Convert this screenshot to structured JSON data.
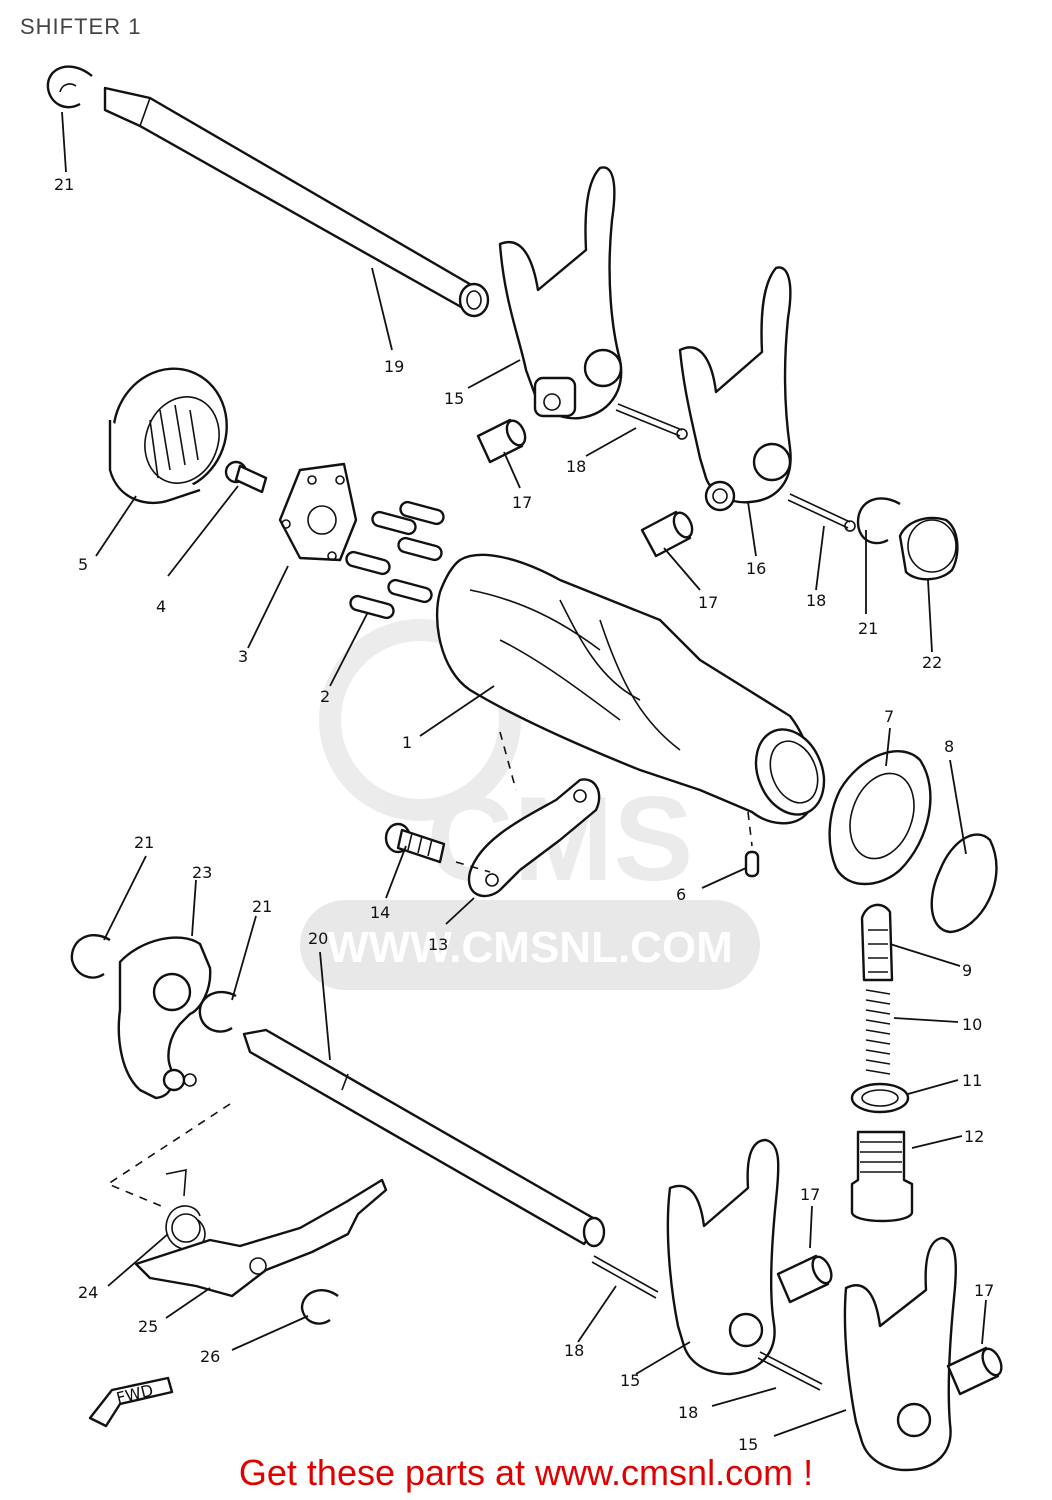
{
  "page": {
    "title": "SHIFTER 1",
    "footer": "Get these parts at www.cmsnl.com !"
  },
  "watermark": {
    "logo_text": "CMS",
    "url_text": "WWW.CMSNL.COM"
  },
  "callouts": {
    "c1": "1",
    "c2": "2",
    "c3": "3",
    "c4": "4",
    "c5": "5",
    "c6": "6",
    "c7": "7",
    "c8": "8",
    "c9": "9",
    "c10": "10",
    "c11": "11",
    "c12": "12",
    "c13": "13",
    "c14": "14",
    "c15a": "15",
    "c15b": "15",
    "c15c": "15",
    "c16": "16",
    "c17a": "17",
    "c17b": "17",
    "c17c": "17",
    "c17d": "17",
    "c18a": "18",
    "c18b": "18",
    "c18c": "18",
    "c18d": "18",
    "c19": "19",
    "c20": "20",
    "c21a": "21",
    "c21b": "21",
    "c21c": "21",
    "c21d": "21",
    "c22": "22",
    "c23": "23",
    "c24": "24",
    "c25": "25",
    "c26": "26"
  },
  "direction_marker": "FWD"
}
